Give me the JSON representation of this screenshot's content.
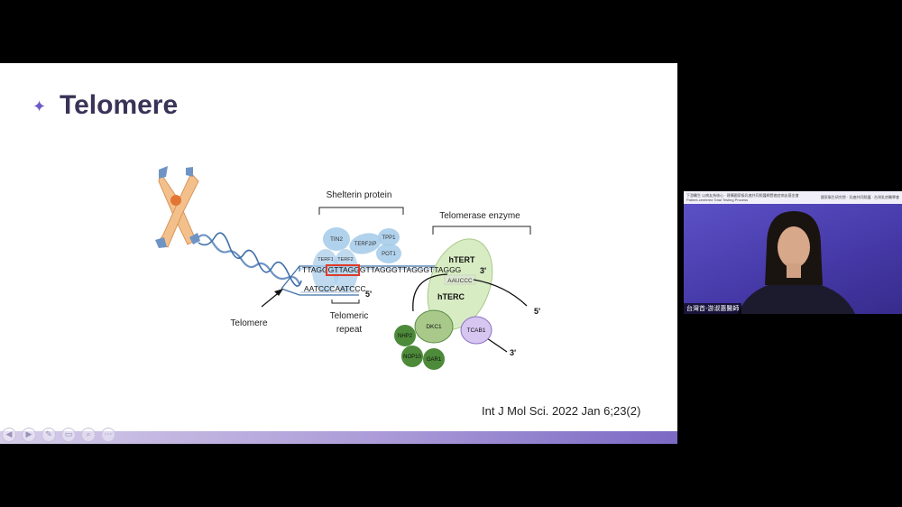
{
  "slide": {
    "title": "Telomere",
    "citation": "Int J Mol Sci. 2022 Jan 6;23(2)"
  },
  "diagram": {
    "shelterin_label": "Shelterin protein",
    "telomerase_label": "Telomerase enzyme",
    "telomere_label": "Telomere",
    "telomeric_repeat_label_1": "Telomeric",
    "telomeric_repeat_label_2": "repeat",
    "top_strand": "TTAGGGTTAGGGTTAGGGTTAGGGTTAGGG",
    "top_strand_3prime": "3'",
    "bottom_strand": "AATCCCAATCCC",
    "bottom_strand_5prime": "5'",
    "rna_template": "AAUCCC",
    "hTERT": "hTERT",
    "hTERC": "hTERC",
    "hTERC_5prime": "5'",
    "tcab_3prime": "3'",
    "proteins": {
      "TIN2": "TIN2",
      "TERF2IP": "TERF2IP",
      "TPP1": "TPP1",
      "POT1": "POT1",
      "TERF1": "TERF1",
      "TERF2": "TERF2",
      "DKC1": "DKC1",
      "NHP2": "NHP2",
      "NOP10": "NOP10",
      "GAR1": "GAR1",
      "TCAB1": "TCAB1"
    }
  },
  "video": {
    "name_tag": "台灣首-游淑惠醫師",
    "banner_line1": "下游醫生  以病友為核心 · 建構國家級乳癌共同照護網暨癌症病友基金會",
    "banner_line2": "Patient-centered Total Testing Process",
    "banner_logos": "國家衛生研究院 · 乳癌共同照護 · 台灣乳房醫學會"
  },
  "toolbar": {
    "buttons": [
      "◀",
      "▶",
      "✎",
      "▭",
      "⌕",
      "⋯"
    ]
  },
  "colors": {
    "title": "#3a3357",
    "accent": "#6b5ac8",
    "shelterin_blue": "#a9cdea",
    "telomerase_green": "#d8ecc4",
    "dkc_green": "#a8c98a",
    "dark_green": "#4d8a3a",
    "tcab_purple": "#d6c6f0",
    "highlight_red": "#e03a2a"
  }
}
